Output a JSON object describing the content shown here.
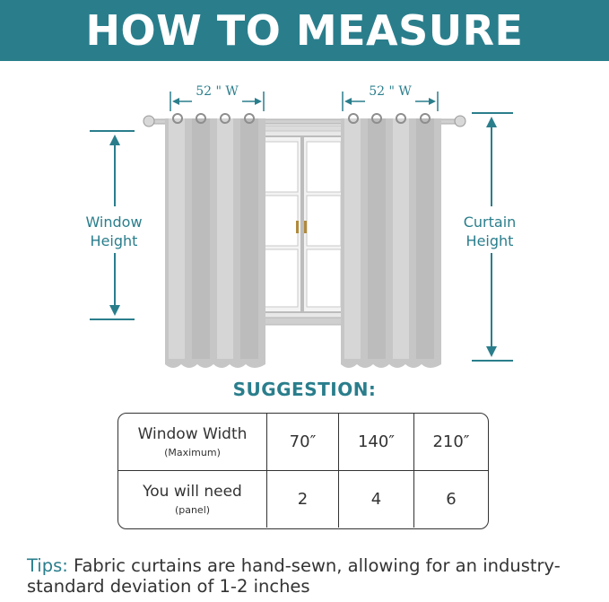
{
  "header": {
    "title": "HOW TO MEASURE"
  },
  "diagram": {
    "left_panel_width": "52 \" W",
    "right_panel_width": "52 \" W",
    "window_height_label": [
      "Window",
      "Height"
    ],
    "curtain_height_label": [
      "Curtain",
      "Height"
    ]
  },
  "suggestion": {
    "heading": "SUGGESTION:",
    "rows": [
      {
        "label": "Window Width",
        "sublabel": "(Maximum)",
        "values": [
          "70″",
          "140″",
          "210″"
        ]
      },
      {
        "label": "You will need",
        "sublabel": "(panel)",
        "values": [
          "2",
          "4",
          "6"
        ]
      }
    ]
  },
  "tips": {
    "label": "Tips:",
    "text": "Fabric curtains are hand-sewn, allowing for an industry-standard deviation of 1-2 inches"
  },
  "colors": {
    "accent": "#2a7e8c",
    "curtain": "#c4c4c4",
    "text": "#333333"
  }
}
